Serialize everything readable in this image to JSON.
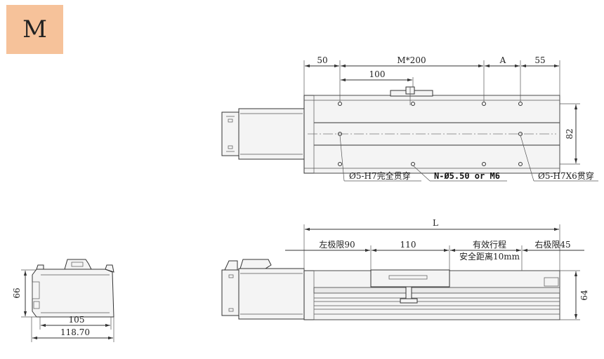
{
  "badge": {
    "label": "M"
  },
  "top_view": {
    "dims": {
      "d50": "50",
      "m200": "M*200",
      "a": "A",
      "d55": "55",
      "d100": "100",
      "d82": "82"
    },
    "callouts": {
      "left": "Ø5-H7完全贯穿",
      "middle": "N-Ø5.50 or M6",
      "right": "Ø5-H7X6贯穿"
    }
  },
  "side_view": {
    "dims": {
      "L": "L",
      "left_limit": "左极限90",
      "d110": "110",
      "stroke_line1": "有效行程",
      "stroke_line2": "安全距离10mm",
      "right_limit": "右极限45",
      "d64": "64"
    }
  },
  "end_view": {
    "dims": {
      "d66": "66",
      "d105": "105",
      "d118": "118.70"
    }
  }
}
